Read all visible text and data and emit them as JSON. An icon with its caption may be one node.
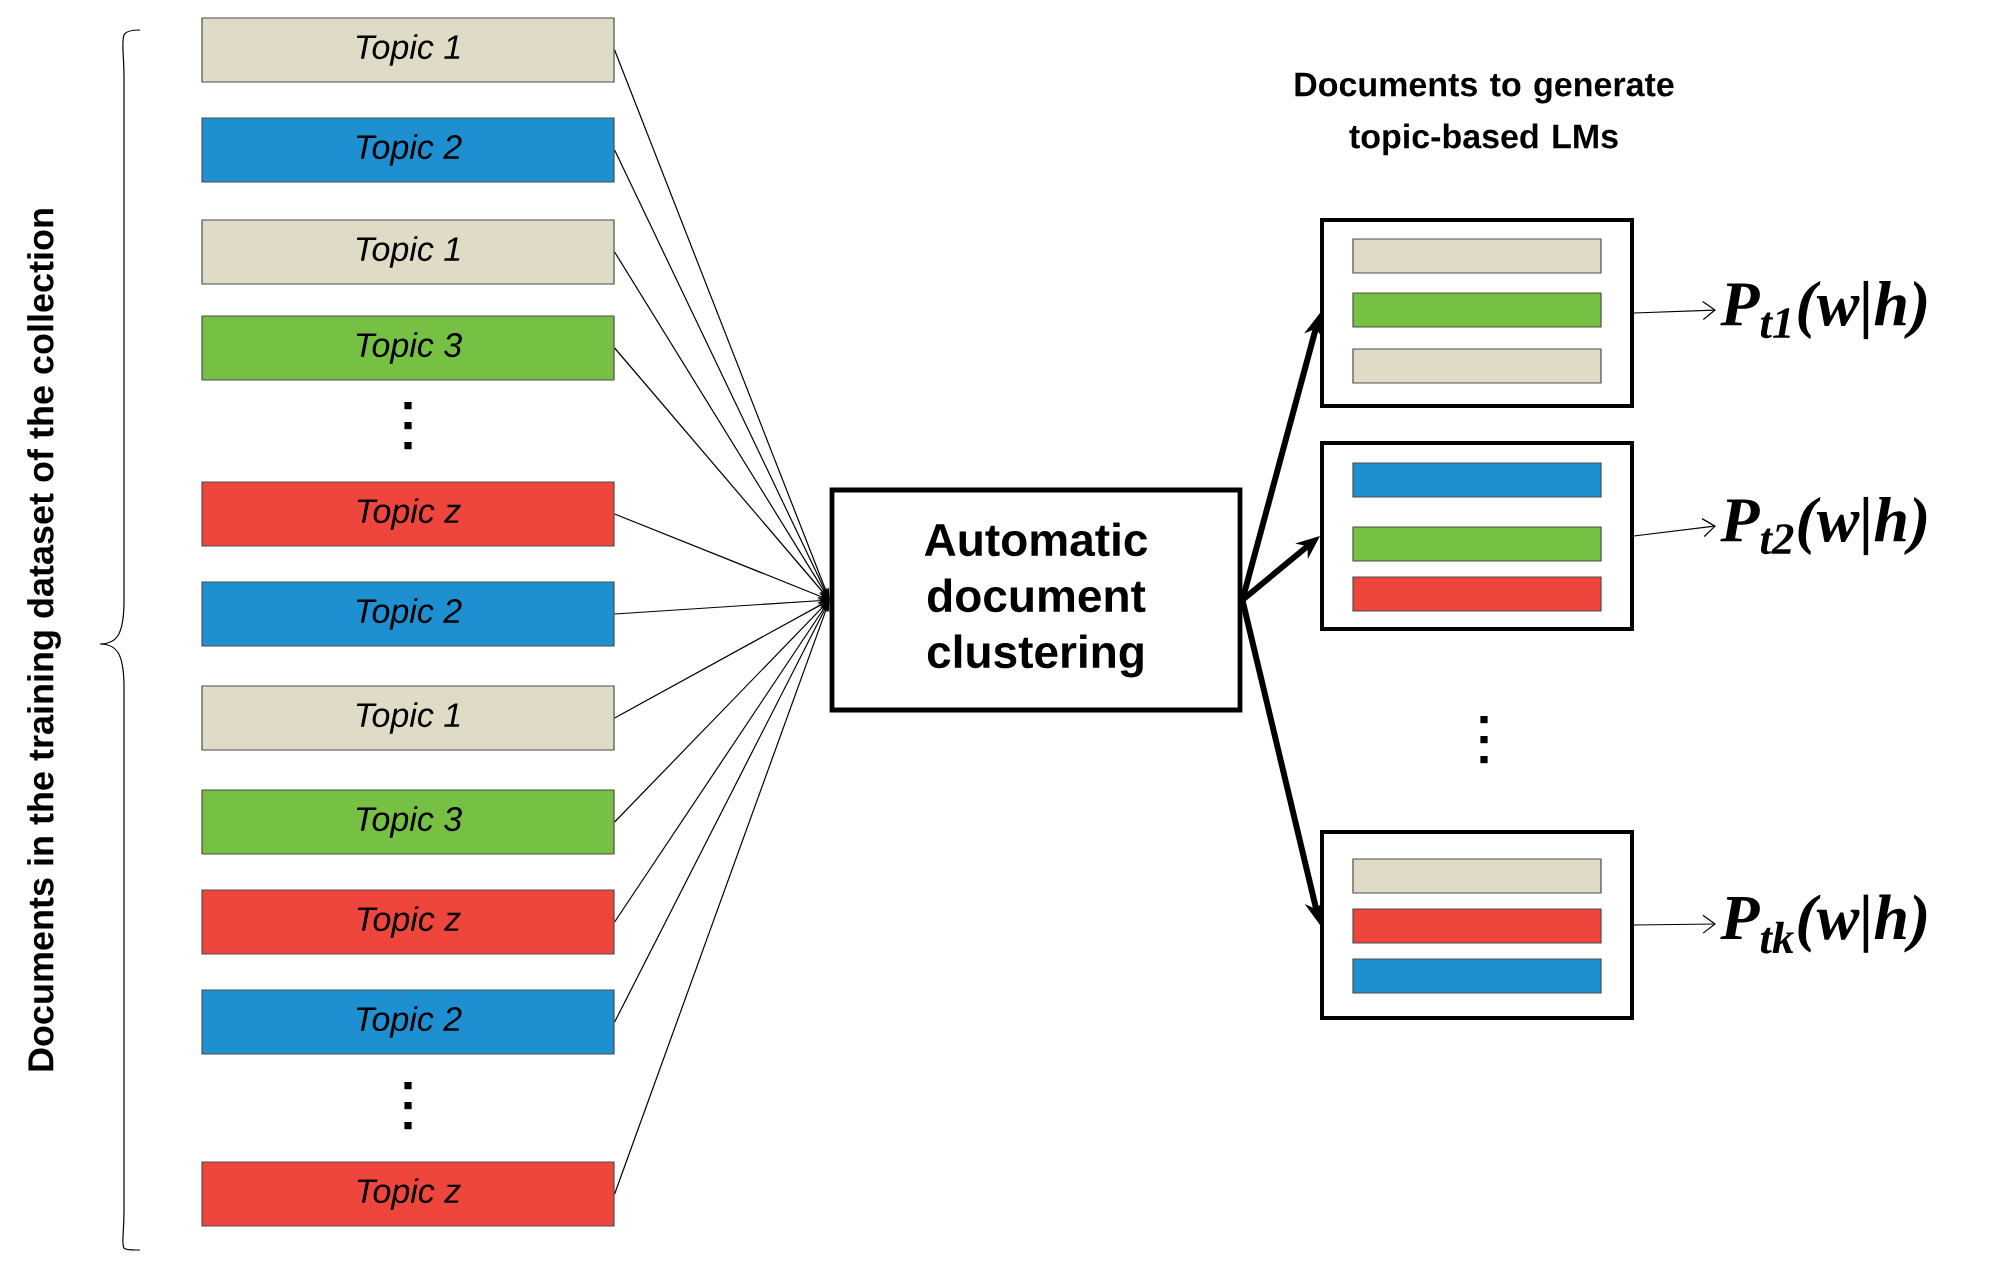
{
  "diagram": {
    "nodes": [
      {
        "text": [
          "Topic 1"
        ]
      },
      {
        "text": [
          "Topic 2"
        ]
      },
      {
        "text": [
          "Topic 1"
        ]
      },
      {
        "text": [
          "Topic 3"
        ]
      },
      {
        "text": [
          "Topic z"
        ]
      },
      {
        "text": [
          "Topic 2"
        ]
      },
      {
        "text": [
          "Topic 1"
        ]
      },
      {
        "text": [
          "Topic 3"
        ]
      },
      {
        "text": [
          "Topic z"
        ]
      },
      {
        "text": [
          "Topic 2"
        ]
      },
      {
        "text": [
          "Topic z"
        ]
      },
      {
        "text": [
          "Automatic document clustering"
        ]
      },
      {
        "text": [],
        "shape": "box"
      },
      {
        "text": [],
        "shape": "bar",
        "in": 12
      },
      {
        "text": [],
        "shape": "bar",
        "in": 12
      },
      {
        "text": [],
        "shape": "bar",
        "in": 12
      },
      {
        "text": [],
        "shape": "box"
      },
      {
        "text": [],
        "shape": "bar",
        "in": 16
      },
      {
        "text": [],
        "shape": "bar",
        "in": 16
      },
      {
        "text": [],
        "shape": "bar",
        "in": 16
      },
      {
        "text": [],
        "shape": "box"
      },
      {
        "text": [],
        "shape": "bar",
        "in": 20
      },
      {
        "text": [],
        "shape": "bar",
        "in": 20
      },
      {
        "text": [],
        "shape": "bar",
        "in": 20
      },
      {
        "text": [
          "P$_{t1}$(w|h)"
        ]
      },
      {
        "text": [
          "P$_{t2}$(w|h)"
        ]
      },
      {
        "text": [
          "P$_{tk}$(w|h)"
        ]
      }
    ],
    "edges": [
      {
        "from": 0,
        "to": 11,
        "arrow": "to"
      },
      {
        "from": 1,
        "to": 11,
        "arrow": "to"
      },
      {
        "from": 2,
        "to": 11,
        "arrow": "to"
      },
      {
        "from": 3,
        "to": 11,
        "arrow": "to"
      },
      {
        "from": 4,
        "to": 11,
        "arrow": "to"
      },
      {
        "from": 5,
        "to": 11,
        "arrow": "to"
      },
      {
        "from": 6,
        "to": 11,
        "arrow": "to"
      },
      {
        "from": 7,
        "to": 11,
        "arrow": "to"
      },
      {
        "from": 8,
        "to": 11,
        "arrow": "to"
      },
      {
        "from": 9,
        "to": 11,
        "arrow": "to"
      },
      {
        "from": 10,
        "to": 11,
        "arrow": "to"
      },
      {
        "from": 11,
        "to": 12,
        "arrow": "to",
        "style": "thick"
      },
      {
        "from": 11,
        "to": 16,
        "arrow": "to",
        "style": "thick"
      },
      {
        "from": 11,
        "to": 20,
        "arrow": "to",
        "style": "thick"
      },
      {
        "from": 12,
        "to": 24,
        "arrow": "to"
      },
      {
        "from": 16,
        "to": 25,
        "arrow": "to"
      },
      {
        "from": 20,
        "to": 26,
        "arrow": "to"
      }
    ],
    "labels": [
      "Documents in the training dataset of the collection",
      "Documents to generate topic-based LMs"
    ]
  }
}
